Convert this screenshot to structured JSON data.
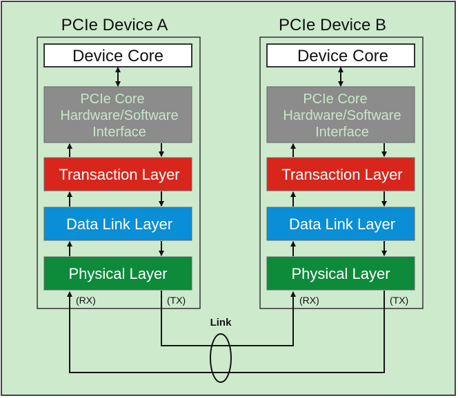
{
  "device_a": {
    "title": "PCIe Device A",
    "core": "Device Core",
    "interface": [
      "PCIe Core",
      "Hardware/Software",
      "Interface"
    ],
    "transaction": "Transaction Layer",
    "datalink": "Data Link Layer",
    "physical": "Physical Layer",
    "rx": "(RX)",
    "tx": "(TX)"
  },
  "device_b": {
    "title": "PCIe Device B",
    "core": "Device Core",
    "interface": [
      "PCIe Core",
      "Hardware/Software",
      "Interface"
    ],
    "transaction": "Transaction Layer",
    "datalink": "Data Link Layer",
    "physical": "Physical Layer",
    "rx": "(RX)",
    "tx": "(TX)"
  },
  "link_label": "Link",
  "colors": {
    "background": "#cdeacd",
    "border": "#333333",
    "interface": "#8c8c8c",
    "transaction": "#d9261c",
    "datalink": "#0a8ed6",
    "physical": "#0d8a3a",
    "core": "#ffffff"
  }
}
